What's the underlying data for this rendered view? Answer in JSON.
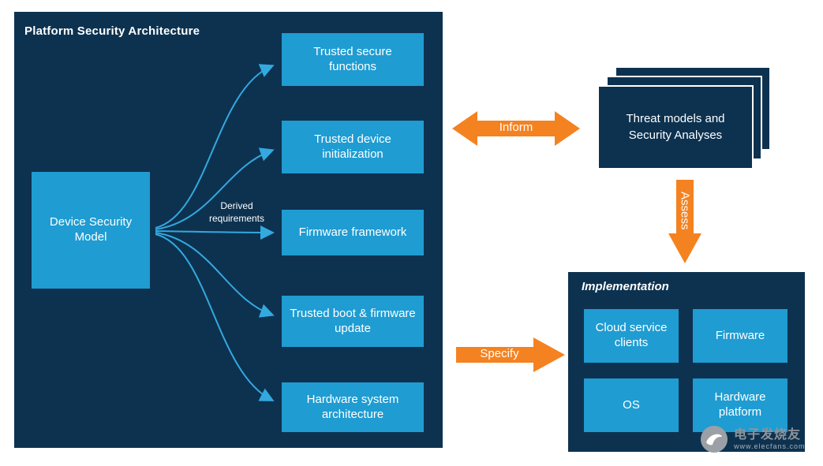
{
  "colors": {
    "navy": "#0d3250",
    "box_blue": "#1f9cd2",
    "connector_blue": "#33a9df",
    "orange": "#f58220"
  },
  "psa": {
    "title": "Platform Security Architecture",
    "device_model": "Device Security Model",
    "derived_label": "Derived requirements",
    "components": [
      "Trusted secure functions",
      "Trusted device initialization",
      "Firmware framework",
      "Trusted boot & firmware update",
      "Hardware system architecture"
    ]
  },
  "threat": {
    "label": "Threat models and Security Analyses"
  },
  "arrows": {
    "inform": "Inform",
    "assess": "Assess",
    "specify": "Specify"
  },
  "implementation": {
    "title": "Implementation",
    "cells": [
      "Cloud service clients",
      "Firmware",
      "OS",
      "Hardware platform"
    ]
  },
  "watermark": {
    "name": "电子发烧友",
    "url": "www.elecfans.com"
  }
}
